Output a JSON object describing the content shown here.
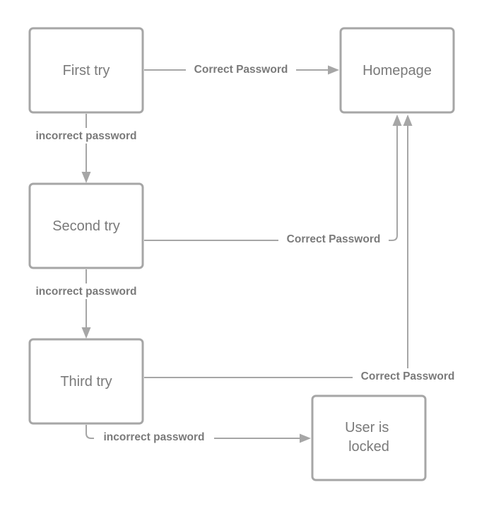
{
  "nodes": {
    "first_try": "First try",
    "second_try": "Second try",
    "third_try": "Third try",
    "homepage": "Homepage",
    "user_locked": [
      "User is",
      "locked"
    ]
  },
  "edges": {
    "first_to_homepage": "Correct Password",
    "first_to_second": "incorrect password",
    "second_to_homepage": "Correct Password",
    "second_to_third": "incorrect password",
    "third_to_homepage": "Correct Password",
    "third_to_locked": "incorrect password"
  },
  "colors": {
    "stroke": "#a6a6a6",
    "text": "#7a7a7a",
    "background": "#ffffff"
  }
}
